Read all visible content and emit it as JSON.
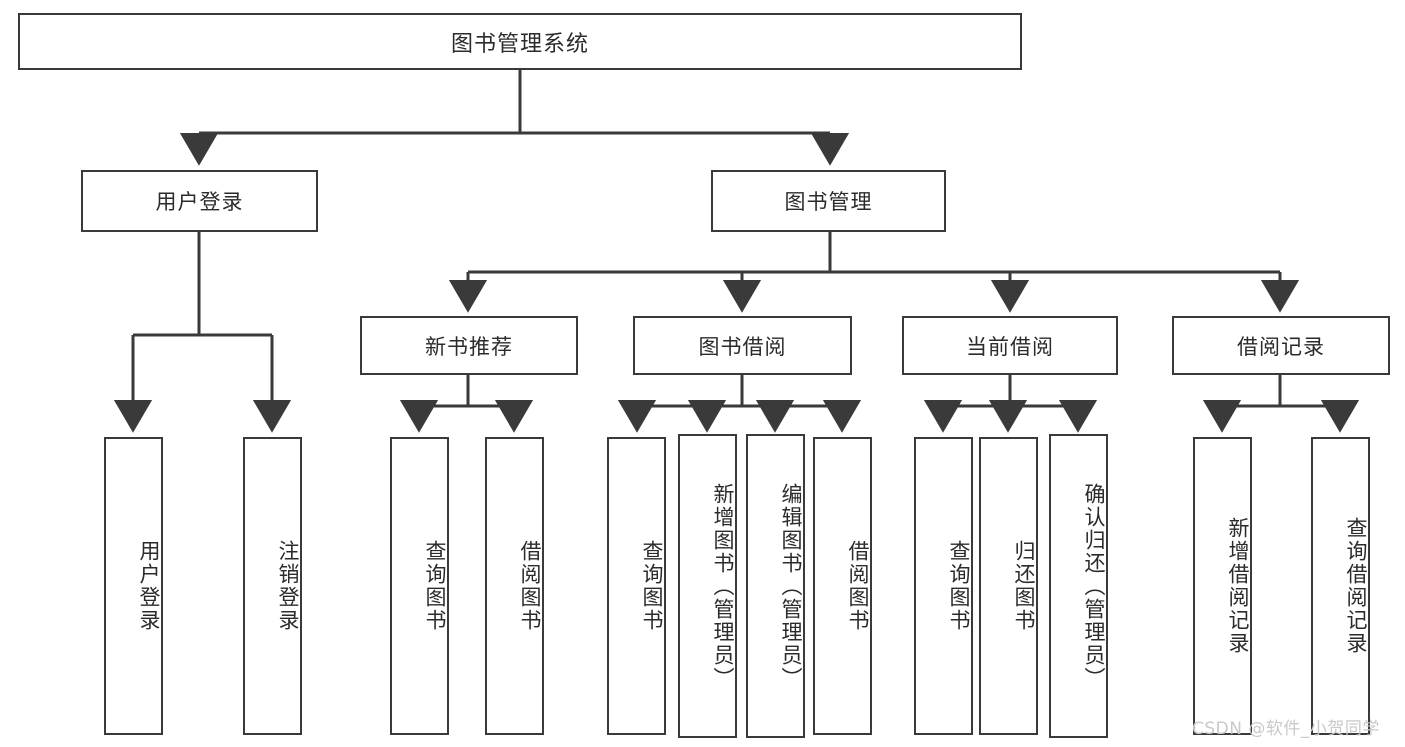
{
  "diagram": {
    "title": "图书管理系统",
    "type": "tree-hierarchy",
    "watermark": "CSDN @软件_小贺同学",
    "colors": {
      "background": "#ffffff",
      "box_border": "#3a3a3a",
      "box_fill": "#ffffff",
      "text": "#2b2b2b",
      "edge": "#3a3a3a",
      "watermark": "#c9c9c9"
    },
    "nodes": {
      "root": {
        "label": "图书管理系统"
      },
      "level2": [
        {
          "id": "user-login",
          "label": "用户登录"
        },
        {
          "id": "book-manage",
          "label": "图书管理"
        }
      ],
      "level3": [
        {
          "id": "new-book-rec",
          "label": "新书推荐"
        },
        {
          "id": "book-borrow",
          "label": "图书借阅"
        },
        {
          "id": "current-borrow",
          "label": "当前借阅"
        },
        {
          "id": "borrow-record",
          "label": "借阅记录"
        }
      ],
      "leaves": {
        "user_login": [
          {
            "id": "leaf-user-login",
            "label": "用户登录"
          },
          {
            "id": "leaf-user-logout",
            "label": "注销登录"
          }
        ],
        "new_book_rec": [
          {
            "id": "leaf-query-book-1",
            "label": "查询图书"
          },
          {
            "id": "leaf-borrow-book-1",
            "label": "借阅图书"
          }
        ],
        "book_borrow": [
          {
            "id": "leaf-query-book-2",
            "label": "查询图书"
          },
          {
            "id": "leaf-add-book",
            "label": "新增图书（管理员）"
          },
          {
            "id": "leaf-edit-book",
            "label": "编辑图书（管理员）"
          },
          {
            "id": "leaf-borrow-book-2",
            "label": "借阅图书"
          }
        ],
        "current_borrow": [
          {
            "id": "leaf-query-book-3",
            "label": "查询图书"
          },
          {
            "id": "leaf-return-book",
            "label": "归还图书"
          },
          {
            "id": "leaf-confirm-return",
            "label": "确认归还（管理员）"
          }
        ],
        "borrow_record": [
          {
            "id": "leaf-add-record",
            "label": "新增借阅记录"
          },
          {
            "id": "leaf-query-record",
            "label": "查询借阅记录"
          }
        ]
      }
    }
  }
}
